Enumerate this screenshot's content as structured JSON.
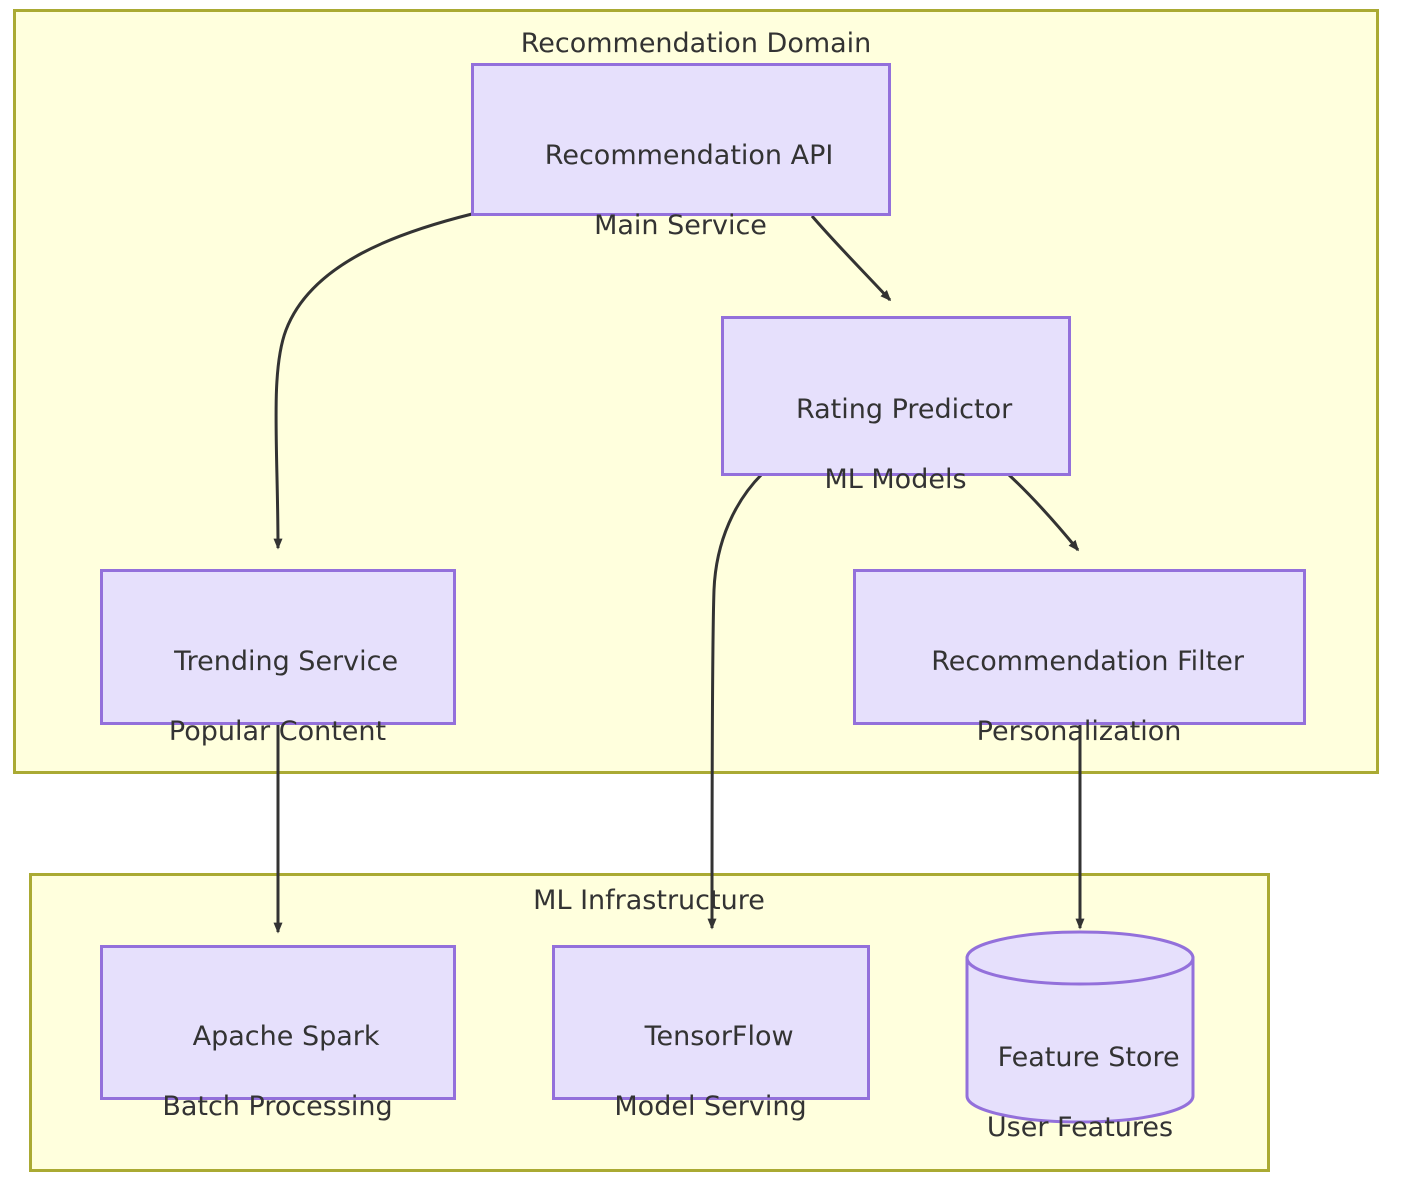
{
  "diagram": {
    "type": "flowchart",
    "direction": "top-down",
    "background": "#ffffff",
    "subgraph_fill": "#ffffdd",
    "subgraph_stroke": "#aaaa33",
    "node_fill": "#e6e0fc",
    "node_stroke": "#9370db",
    "edge_stroke": "#333333",
    "text_color": "#333333"
  },
  "subgraphs": [
    {
      "id": "recommendation-domain",
      "title": "Recommendation Domain"
    },
    {
      "id": "ml-infrastructure",
      "title": "ML Infrastructure"
    }
  ],
  "nodes": [
    {
      "id": "recommendation-api",
      "shape": "rect",
      "line1": "Recommendation API",
      "line2": "Main Service",
      "subgraph": "recommendation-domain"
    },
    {
      "id": "rating-predictor",
      "shape": "rect",
      "line1": "Rating Predictor",
      "line2": "ML Models",
      "subgraph": "recommendation-domain"
    },
    {
      "id": "trending-service",
      "shape": "rect",
      "line1": "Trending Service",
      "line2": "Popular Content",
      "subgraph": "recommendation-domain"
    },
    {
      "id": "recommendation-filter",
      "shape": "rect",
      "line1": "Recommendation Filter",
      "line2": "Personalization",
      "subgraph": "recommendation-domain"
    },
    {
      "id": "apache-spark",
      "shape": "rect",
      "line1": "Apache Spark",
      "line2": "Batch Processing",
      "subgraph": "ml-infrastructure"
    },
    {
      "id": "tensorflow",
      "shape": "rect",
      "line1": "TensorFlow",
      "line2": "Model Serving",
      "subgraph": "ml-infrastructure"
    },
    {
      "id": "feature-store",
      "shape": "cylinder",
      "line1": "Feature Store",
      "line2": "User Features",
      "subgraph": "ml-infrastructure"
    }
  ],
  "edges": [
    {
      "from": "recommendation-api",
      "to": "trending-service",
      "label": ""
    },
    {
      "from": "recommendation-api",
      "to": "rating-predictor",
      "label": ""
    },
    {
      "from": "rating-predictor",
      "to": "tensorflow",
      "label": ""
    },
    {
      "from": "rating-predictor",
      "to": "recommendation-filter",
      "label": ""
    },
    {
      "from": "trending-service",
      "to": "apache-spark",
      "label": ""
    },
    {
      "from": "recommendation-filter",
      "to": "feature-store",
      "label": ""
    }
  ]
}
